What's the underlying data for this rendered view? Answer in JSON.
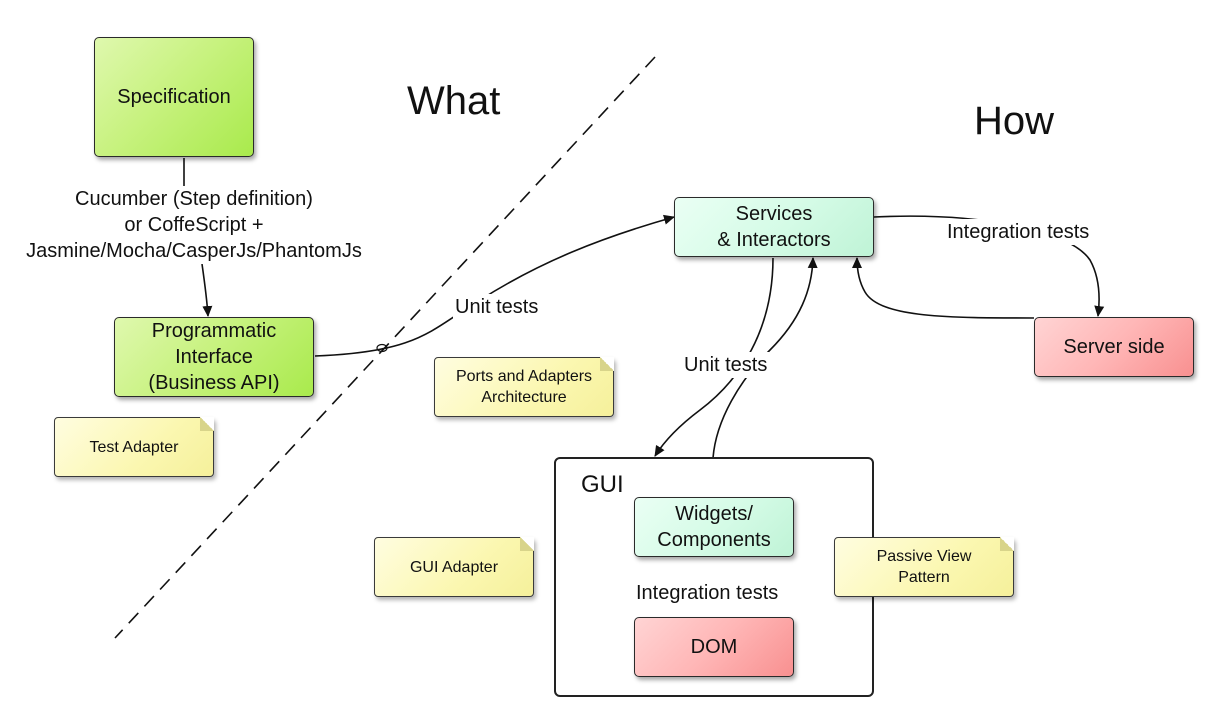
{
  "headings": {
    "what": "What",
    "how": "How"
  },
  "nodes": {
    "specification": "Specification",
    "programmatic_interface": {
      "line1": "Programmatic",
      "line2": "Interface",
      "line3": "(Business API)"
    },
    "services": {
      "line1": "Services",
      "line2": "& Interactors"
    },
    "server_side": "Server side",
    "gui": "GUI",
    "widgets": {
      "line1": "Widgets/",
      "line2": "Components"
    },
    "dom": "DOM"
  },
  "notes": {
    "test_adapter": "Test Adapter",
    "ports_adapters": {
      "line1": "Ports and Adapters",
      "line2": "Architecture"
    },
    "gui_adapter": "GUI Adapter",
    "passive_view": {
      "line1": "Passive View",
      "line2": "Pattern"
    }
  },
  "edge_labels": {
    "cucumber": {
      "line1": "Cucumber (Step definition)",
      "line2": "or CoffeScript +",
      "line3": "Jasmine/Mocha/CasperJs/PhantomJs"
    },
    "unit_tests_api": "Unit tests",
    "unit_tests_gui": "Unit tests",
    "integration_tests_server": "Integration tests",
    "integration_tests_dom": "Integration tests"
  },
  "colors": {
    "green_node": "#c8f280",
    "mint_node": "#d4fbe6",
    "red_node": "#ffb6b6",
    "note": "#fbf7b0",
    "stroke": "#111111"
  }
}
